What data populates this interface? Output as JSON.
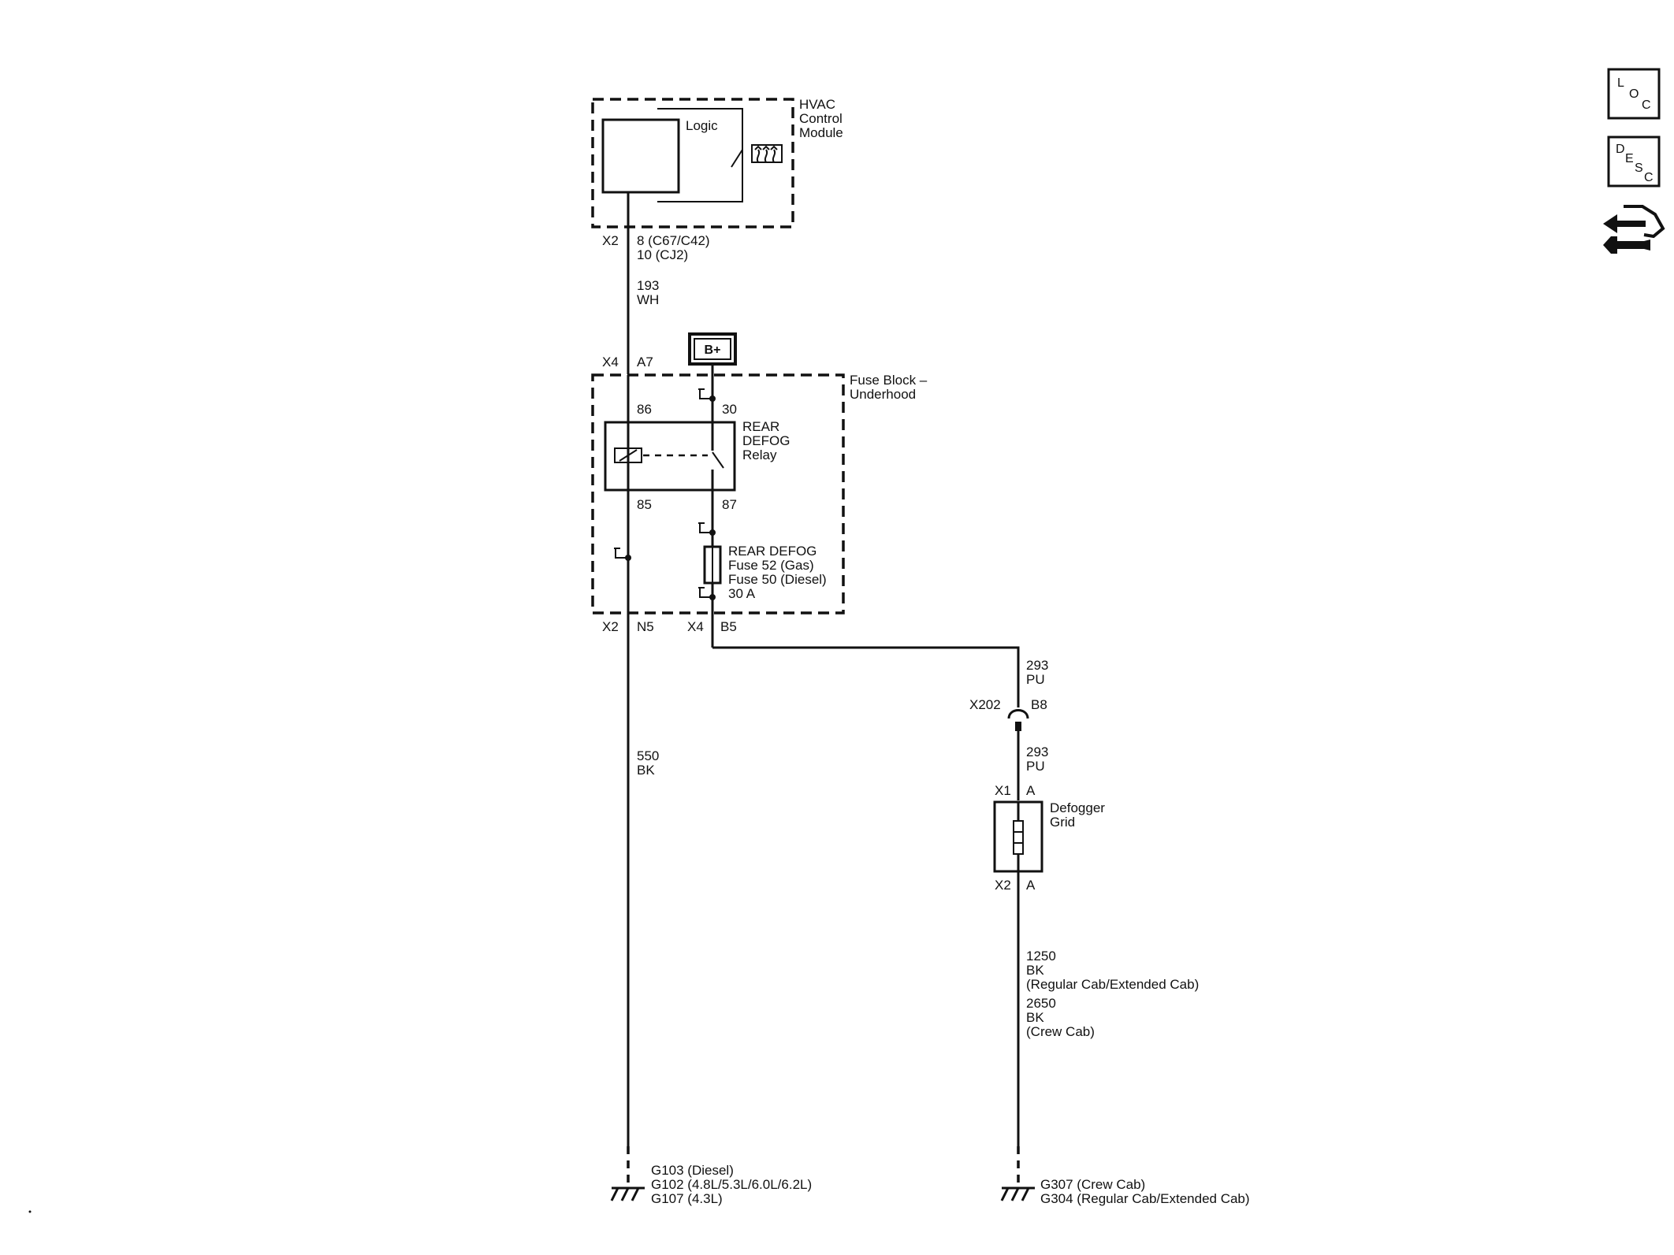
{
  "hvac_module": {
    "name_line1": "HVAC",
    "name_line2": "Control",
    "name_line3": "Module",
    "logic_label": "Logic",
    "connector": "X2",
    "pin_line1": "8 (C67/C42)",
    "pin_line2": "10 (CJ2)"
  },
  "wire_193": {
    "gauge": "193",
    "color": "WH"
  },
  "fuse_block": {
    "name_line1": "Fuse Block –",
    "name_line2": "Underhood",
    "top_left_connector": "X4",
    "top_left_pin": "A7",
    "battery_label": "B+",
    "bottom_left_connector": "X2",
    "bottom_left_pin": "N5",
    "bottom_right_connector": "X4",
    "bottom_right_pin": "B5"
  },
  "relay": {
    "pin_86": "86",
    "pin_30": "30",
    "pin_85": "85",
    "pin_87": "87",
    "name_line1": "REAR",
    "name_line2": "DEFOG",
    "name_line3": "Relay"
  },
  "fuse": {
    "name": "REAR DEFOG",
    "line2": "Fuse 52 (Gas)",
    "line3": "Fuse 50 (Diesel)",
    "rating": "30 A"
  },
  "wire_293_upper": {
    "gauge": "293",
    "color": "PU"
  },
  "inline_connector": {
    "name": "X202",
    "pin": "B8"
  },
  "wire_293_lower": {
    "gauge": "293",
    "color": "PU"
  },
  "defogger": {
    "top_connector": "X1",
    "top_pin": "A",
    "name_line1": "Defogger",
    "name_line2": "Grid",
    "bottom_connector": "X2",
    "bottom_pin": "A"
  },
  "wire_550": {
    "gauge": "550",
    "color": "BK"
  },
  "wire_1250": {
    "gauge": "1250",
    "color": "BK",
    "note": "(Regular Cab/Extended Cab)"
  },
  "wire_2650": {
    "gauge": "2650",
    "color": "BK",
    "note": "(Crew Cab)"
  },
  "ground_left": {
    "line1": "G103 (Diesel)",
    "line2": "G102 (4.8L/5.3L/6.0L/6.2L)",
    "line3": "G107 (4.3L)"
  },
  "ground_right": {
    "line1": "G307 (Crew Cab)",
    "line2": "G304 (Regular Cab/Extended Cab)"
  },
  "side_buttons": {
    "loc": {
      "l": "L",
      "o": "O",
      "c": "C"
    },
    "desc": {
      "d": "D",
      "e": "E",
      "s": "S",
      "c": "C"
    },
    "connector_icon": "connector-end-view-icon"
  }
}
